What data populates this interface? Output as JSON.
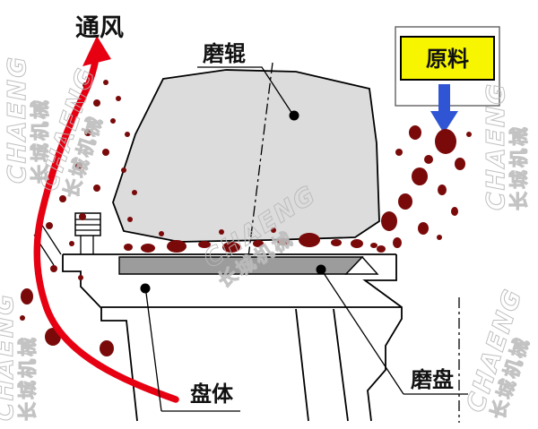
{
  "labels": {
    "ventilation": "通风",
    "grinding_roller": "磨辊",
    "raw_material": "原料",
    "disc_body": "盘体",
    "grinding_disc": "磨盘"
  },
  "watermark": {
    "brand": "CHAENG",
    "name": "长城机械"
  },
  "colors": {
    "airflow_arrow": "#e60012",
    "particle": "#7a0a0a",
    "raw_material_box": "#f7f500",
    "feed_arrow": "#2f55d4",
    "roller_fill": "#dcdcdc",
    "liner_fill": "#9c9c9c",
    "line": "#000000",
    "watermark": "#b9b9b9"
  }
}
